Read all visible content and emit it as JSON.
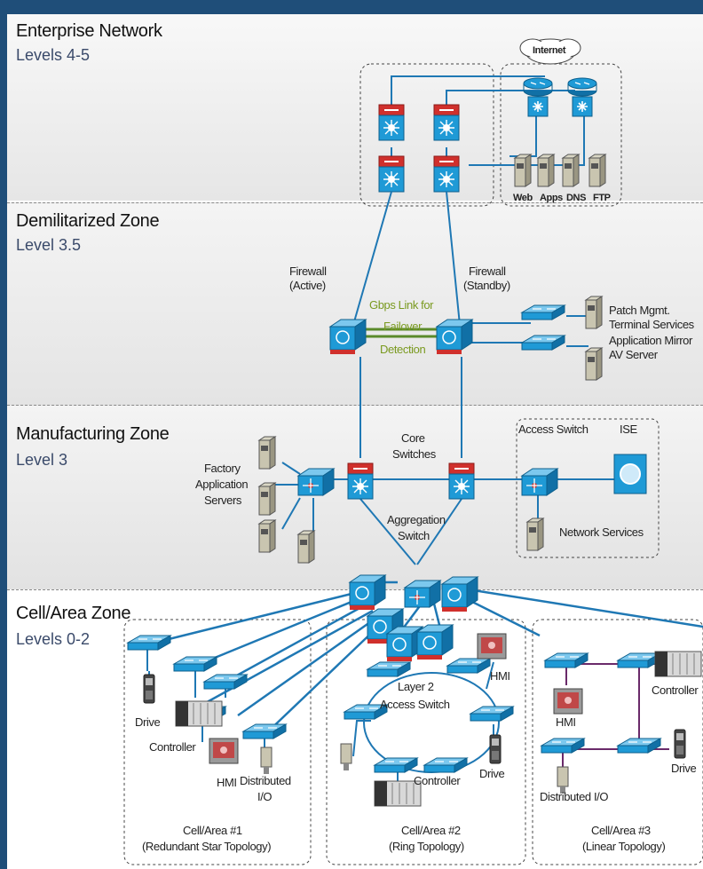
{
  "zones": {
    "enterprise": {
      "title": "Enterprise Network",
      "level": "Levels 4-5"
    },
    "dmz": {
      "title": "Demilitarized Zone",
      "level": "Level 3.5"
    },
    "manufacturing": {
      "title": "Manufacturing Zone",
      "level": "Level 3"
    },
    "cell": {
      "title": "Cell/Area Zone",
      "level": "Levels 0-2"
    }
  },
  "enterprise": {
    "internet": "Internet",
    "servers": [
      "Web",
      "Apps",
      "DNS",
      "FTP"
    ]
  },
  "dmz": {
    "firewall_active": [
      "Firewall",
      "(Active)"
    ],
    "firewall_standby": [
      "Firewall",
      "(Standby)"
    ],
    "failover_link": [
      "Gbps Link for",
      "Failover",
      "Detection"
    ],
    "services": [
      "Patch Mgmt.",
      "Terminal Services",
      "Application Mirror",
      "AV Server"
    ]
  },
  "manufacturing": {
    "core_switches": [
      "Core",
      "Switches"
    ],
    "factory_servers": [
      "Factory",
      "Application",
      "Servers"
    ],
    "access_switch": "Access Switch",
    "ise": "ISE",
    "network_services": "Network Services",
    "aggregation_switch": [
      "Aggregation",
      "Switch"
    ]
  },
  "cell": {
    "area1": {
      "drive": "Drive",
      "controller": "Controller",
      "hmi": "HMI",
      "distributed_io": [
        "Distributed",
        "I/O"
      ],
      "caption": [
        "Cell/Area #1",
        "(Redundant Star Topology)"
      ]
    },
    "area2": {
      "layer2": [
        "Layer 2",
        "Access Switch"
      ],
      "hmi": "HMI",
      "drive": "Drive",
      "controller": "Controller",
      "caption": [
        "Cell/Area #2",
        "(Ring Topology)"
      ]
    },
    "area3": {
      "controller": "Controller",
      "hmi": "HMI",
      "drive": "Drive",
      "distributed_io": "Distributed I/O",
      "caption": [
        "Cell/Area #3",
        "(Linear Topology)"
      ]
    }
  },
  "colors": {
    "frame": "#1f4e79",
    "zone_band": "#ebebeb",
    "switch_blue": "#1f9ad6",
    "router_red": "#d0302c",
    "link_blue": "#1f78b4",
    "link_green": "#5a8a2a"
  }
}
